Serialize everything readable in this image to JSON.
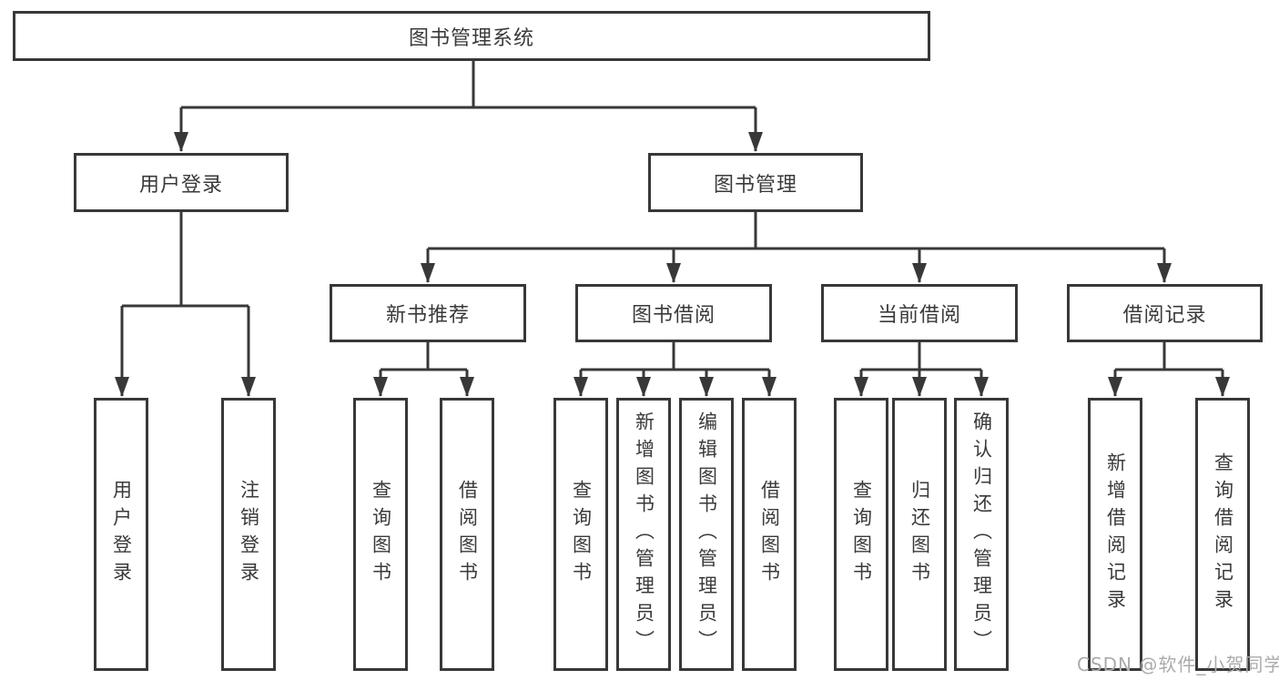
{
  "diagram_type": "hierarchy-tree",
  "colors": {
    "line": "#383838",
    "box_border": "#383838",
    "box_fill": "#ffffff",
    "text": "#3a3a3a",
    "watermark": "#ababab",
    "background": "#ffffff"
  },
  "tree": {
    "root": {
      "label": "图书管理系统",
      "children": [
        {
          "label": "用户登录",
          "children": [
            {
              "label": "用户登录"
            },
            {
              "label": "注销登录"
            }
          ]
        },
        {
          "label": "图书管理",
          "children": [
            {
              "label": "新书推荐",
              "children": [
                {
                  "label": "查询图书"
                },
                {
                  "label": "借阅图书"
                }
              ]
            },
            {
              "label": "图书借阅",
              "children": [
                {
                  "label": "查询图书"
                },
                {
                  "label": "新增图书（管理员）"
                },
                {
                  "label": "编辑图书（管理员）"
                },
                {
                  "label": "借阅图书"
                }
              ]
            },
            {
              "label": "当前借阅",
              "children": [
                {
                  "label": "查询图书"
                },
                {
                  "label": "归还图书"
                },
                {
                  "label": "确认归还（管理员）"
                }
              ]
            },
            {
              "label": "借阅记录",
              "children": [
                {
                  "label": "新增借阅记录"
                },
                {
                  "label": "查询借阅记录"
                }
              ]
            }
          ]
        }
      ]
    }
  },
  "watermark": {
    "text": "CSDN @软件_小贺同学"
  }
}
